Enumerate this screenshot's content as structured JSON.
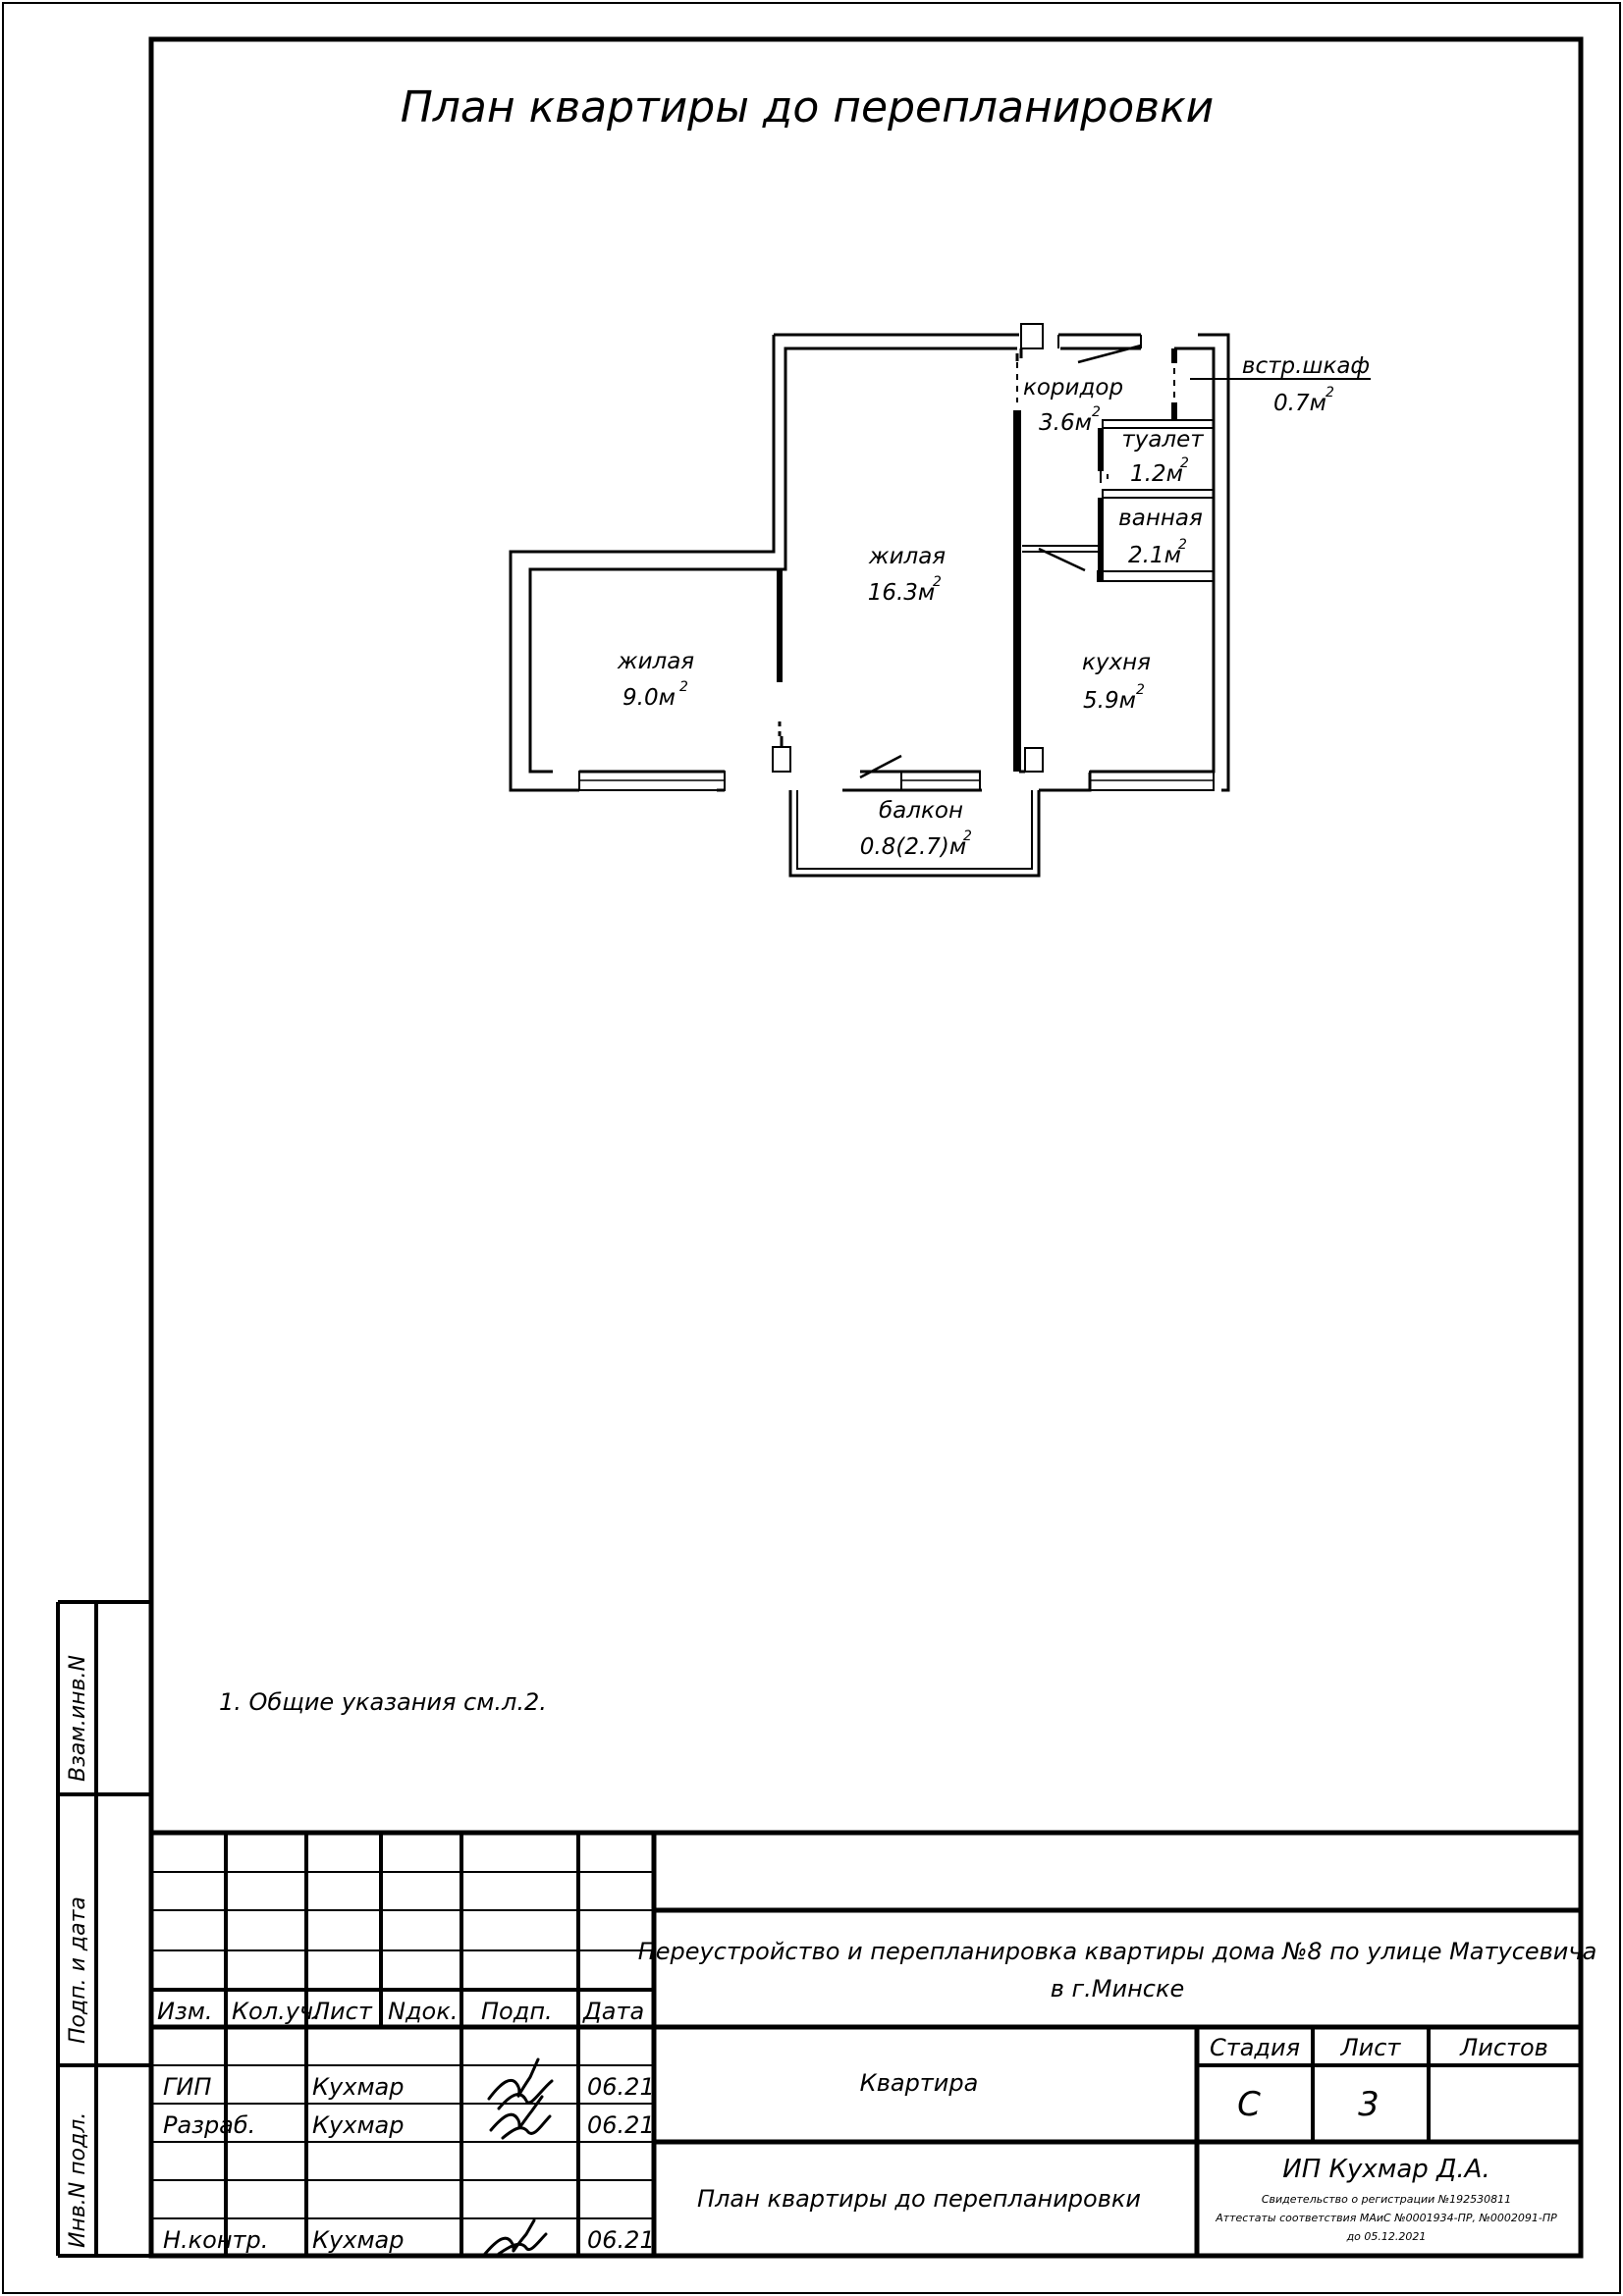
{
  "sheet_title": "План квартиры до перепланировки",
  "rooms": [
    {
      "name": "жилая",
      "area": "9.0м",
      "sup": "2"
    },
    {
      "name": "жилая",
      "area": "16.3м",
      "sup": "2"
    },
    {
      "name": "коридор",
      "area": "3.6м",
      "sup": "2"
    },
    {
      "name": "встр.шкаф",
      "area": "0.7м",
      "sup": "2"
    },
    {
      "name": "туалет",
      "area": "1.2м",
      "sup": "2"
    },
    {
      "name": "ванная",
      "area": "2.1м",
      "sup": "2"
    },
    {
      "name": "кухня",
      "area": "5.9м",
      "sup": "2"
    },
    {
      "name": "балкон",
      "area": "0.8(2.7)м",
      "sup": "2"
    }
  ],
  "note": "1.  Общие указания см.л.2.",
  "side_stamp": {
    "vzam": "Взам.инв.N",
    "podp": "Подп. и дата",
    "inv": "Инв.N подл."
  },
  "title_block": {
    "headers": [
      "Изм.",
      "Кол.уч.",
      "Лист",
      "Nдок.",
      "Подп.",
      "Дата"
    ],
    "staff": [
      {
        "role": "ГИП",
        "name": "Кухмар",
        "date": "06.21"
      },
      {
        "role": "Разраб.",
        "name": "Кухмар",
        "date": "06.21"
      },
      {
        "role": "Н.контр.",
        "name": "Кухмар",
        "date": "06.21"
      }
    ],
    "project_line1": "Переустройство и перепланировка квартиры дома №8 по улице Матусевича",
    "project_line2": "в г.Минске",
    "object": "Квартира",
    "sheet_name": "План квартиры до перепланировки",
    "stage_label": "Стадия",
    "sheet_label": "Лист",
    "sheets_label": "Листов",
    "stage": "С",
    "sheet": "3",
    "sheets": "",
    "company": "ИП Кухмар Д.А.",
    "cert1": "Свидетельство о регистрации №192530811",
    "cert2": "Аттестаты соответствия МАиС №0001934-ПР, №0002091-ПР",
    "cert3": "до  05.12.2021"
  }
}
